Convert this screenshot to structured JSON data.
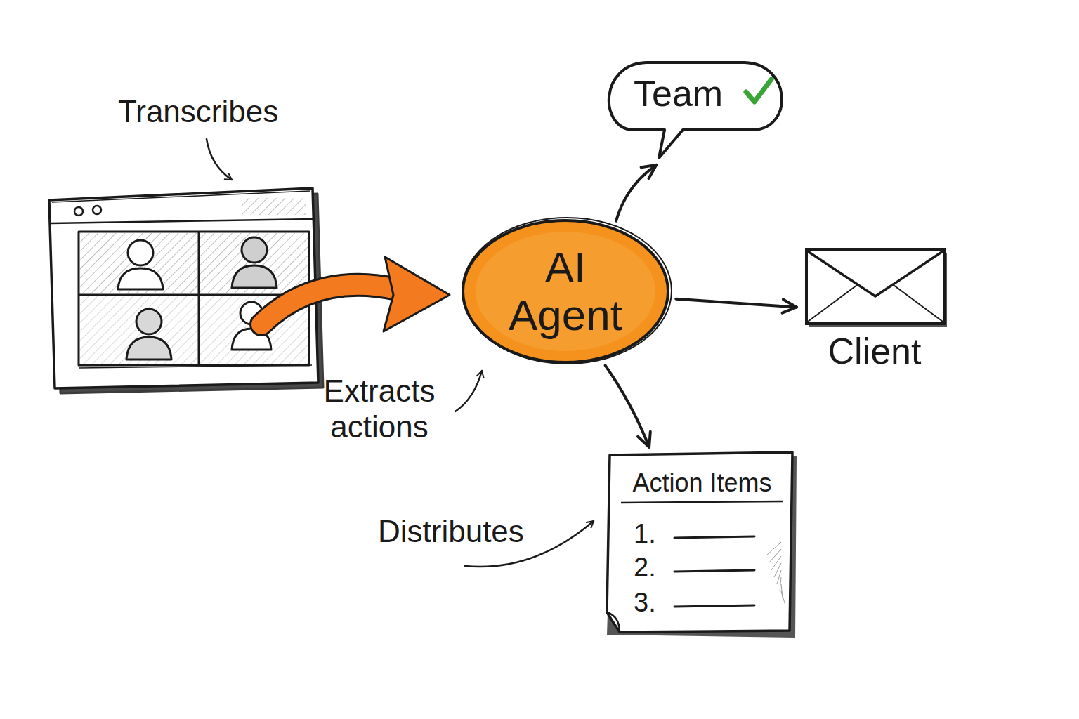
{
  "diagram": {
    "nodes": [
      {
        "text": [
          "AI Agent"
        ]
      },
      {
        "text": [
          "Team"
        ]
      },
      {
        "text": [
          "Client"
        ]
      },
      {
        "text": [
          "Action Items",
          "1.",
          "2.",
          "3."
        ]
      }
    ],
    "edges": [
      {
        "from": 0,
        "to": 1,
        "arrow": "to"
      },
      {
        "from": 0,
        "to": 2,
        "arrow": "to"
      },
      {
        "from": 0,
        "to": 3,
        "arrow": "to"
      }
    ],
    "labels": [
      "Transcribes",
      "Extracts actions",
      "Distributes"
    ]
  }
}
